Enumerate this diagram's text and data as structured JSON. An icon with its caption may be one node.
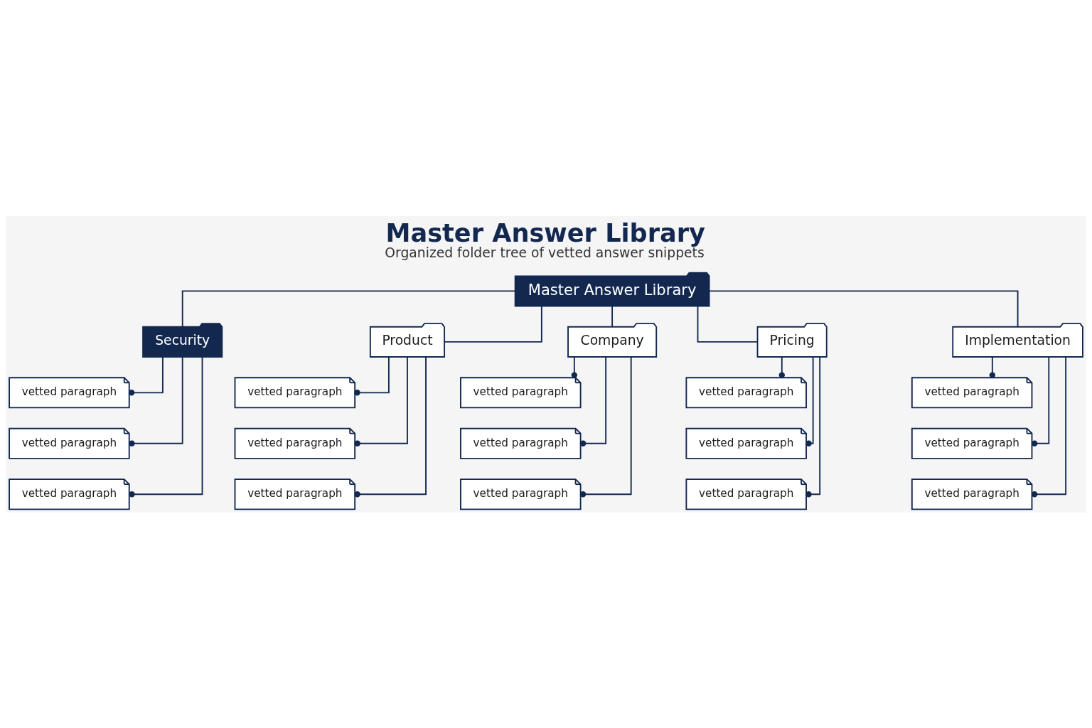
{
  "diagram": {
    "title": "Master Answer Library",
    "caption": "Organized folder tree of vetted answer snippets",
    "nodes": [
      {
        "text": [
          "Master Answer Library"
        ]
      },
      {
        "text": [
          "Security"
        ]
      },
      {
        "text": [
          "Product"
        ]
      },
      {
        "text": [
          "Company"
        ]
      },
      {
        "text": [
          "Pricing"
        ]
      },
      {
        "text": [
          "Implementation"
        ]
      },
      {
        "text": [
          "vetted paragraph"
        ]
      },
      {
        "text": [
          "vetted paragraph"
        ]
      },
      {
        "text": [
          "vetted paragraph"
        ]
      },
      {
        "text": [
          "vetted paragraph"
        ]
      },
      {
        "text": [
          "vetted paragraph"
        ]
      },
      {
        "text": [
          "vetted paragraph"
        ]
      },
      {
        "text": [
          "vetted paragraph"
        ]
      },
      {
        "text": [
          "vetted paragraph"
        ]
      },
      {
        "text": [
          "vetted paragraph"
        ]
      },
      {
        "text": [
          "vetted paragraph"
        ]
      },
      {
        "text": [
          "vetted paragraph"
        ]
      },
      {
        "text": [
          "vetted paragraph"
        ]
      },
      {
        "text": [
          "vetted paragraph"
        ]
      },
      {
        "text": [
          "vetted paragraph"
        ]
      },
      {
        "text": [
          "vetted paragraph"
        ]
      }
    ],
    "edges": [
      {
        "from": 0,
        "to": 1,
        "arrow": "none"
      },
      {
        "from": 0,
        "to": 2,
        "arrow": "none"
      },
      {
        "from": 0,
        "to": 3,
        "arrow": "none"
      },
      {
        "from": 0,
        "to": 4,
        "arrow": "none"
      },
      {
        "from": 0,
        "to": 5,
        "arrow": "none"
      },
      {
        "from": 1,
        "to": 6,
        "arrow": "other"
      },
      {
        "from": 1,
        "to": 7,
        "arrow": "other"
      },
      {
        "from": 1,
        "to": 8,
        "arrow": "other"
      },
      {
        "from": 2,
        "to": 9,
        "arrow": "other"
      },
      {
        "from": 2,
        "to": 10,
        "arrow": "other"
      },
      {
        "from": 2,
        "to": 11,
        "arrow": "other"
      },
      {
        "from": 3,
        "to": 12,
        "arrow": "other"
      },
      {
        "from": 3,
        "to": 13,
        "arrow": "other"
      },
      {
        "from": 3,
        "to": 14,
        "arrow": "other"
      },
      {
        "from": 4,
        "to": 15,
        "arrow": "other"
      },
      {
        "from": 4,
        "to": 16,
        "arrow": "other"
      },
      {
        "from": 4,
        "to": 17,
        "arrow": "other"
      },
      {
        "from": 5,
        "to": 18,
        "arrow": "other"
      },
      {
        "from": 5,
        "to": 19,
        "arrow": "other"
      },
      {
        "from": 5,
        "to": 20,
        "arrow": "other"
      }
    ]
  }
}
